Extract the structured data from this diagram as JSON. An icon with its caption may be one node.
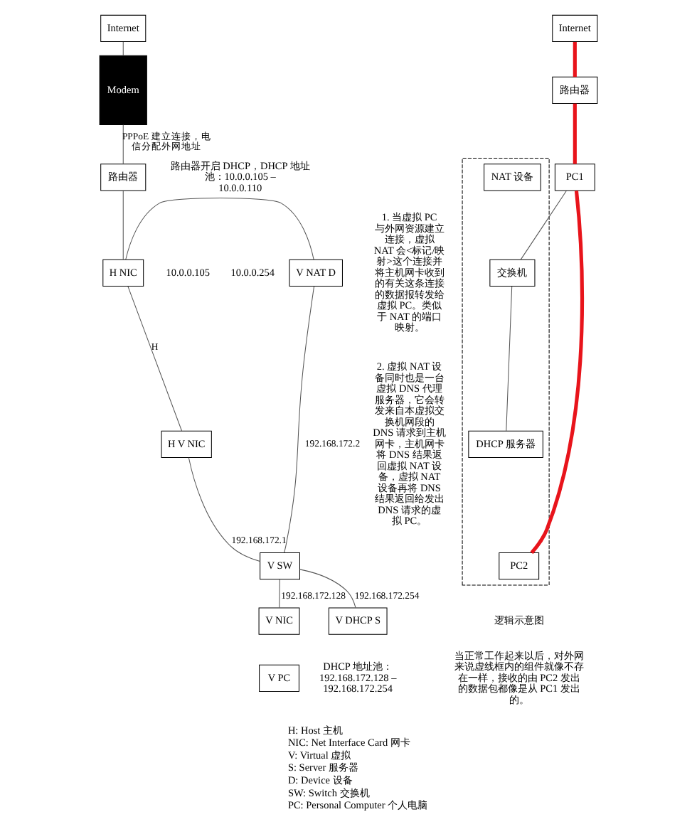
{
  "diagram": {
    "nodes": [
      {
        "text": [
          "Internet"
        ]
      },
      {
        "text": [
          "Modem"
        ]
      },
      {
        "text": [
          "路由器"
        ],
        "beside": [
          "路由器开启 DHCP，DHCP 地址池：10.0.0.105 – 10.0.0.110"
        ]
      },
      {
        "text": [
          "H NIC"
        ]
      },
      {
        "text": [
          "V NAT D"
        ]
      },
      {
        "text": [
          "H V NIC"
        ]
      },
      {
        "text": [
          "V SW"
        ]
      },
      {
        "text": [
          "V NIC"
        ]
      },
      {
        "text": [
          "V PC"
        ]
      },
      {
        "text": [
          "V DHCP S"
        ],
        "beside": [
          "DHCP 地址池：192.168.172.128 – 192.168.172.254"
        ]
      },
      {
        "text": [
          "Internet"
        ]
      },
      {
        "text": [
          "路由器"
        ]
      },
      {
        "text": [
          "PC1"
        ]
      },
      {
        "text": [],
        "shape": "box"
      },
      {
        "text": [
          "NAT 设备"
        ],
        "in": 13
      },
      {
        "text": [
          "交换机"
        ],
        "in": 13
      },
      {
        "text": [
          "DHCP 服务器"
        ],
        "in": 13
      },
      {
        "text": [
          "PC2"
        ],
        "in": 13
      }
    ],
    "edges": [
      {
        "from": 0,
        "to": 1,
        "arrow": "none"
      },
      {
        "from": 1,
        "to": 2,
        "arrow": "none",
        "label": "PPPoE 建立连接，电信分配外网地址"
      },
      {
        "from": 2,
        "to": 3,
        "arrow": "none"
      },
      {
        "from": 3,
        "to": 4,
        "arrow": "none"
      },
      {
        "from": 3,
        "to": 5,
        "arrow": "none",
        "label": "H"
      },
      {
        "from": 5,
        "to": 6,
        "arrow": "none",
        "label": "192.168.172.1"
      },
      {
        "from": 4,
        "to": 6,
        "arrow": "none",
        "label": "192.168.172.2"
      },
      {
        "from": 6,
        "to": 7,
        "arrow": "none",
        "label": "192.168.172.128"
      },
      {
        "from": 6,
        "to": 9,
        "arrow": "none",
        "label": "192.168.172.254"
      },
      {
        "from": 10,
        "to": 11,
        "arrow": "none",
        "style": "thick",
        "color": "#e8141b"
      },
      {
        "from": 11,
        "to": 12,
        "arrow": "none",
        "style": "thick",
        "color": "#e8141b"
      },
      {
        "from": 12,
        "to": 17,
        "arrow": "none",
        "style": "thick",
        "color": "#e8141b"
      },
      {
        "from": 12,
        "to": 15,
        "arrow": "none"
      },
      {
        "from": 15,
        "to": 16,
        "arrow": "none"
      }
    ],
    "labels": [
      "10.0.0.254",
      "10.0.0.105",
      "1. 当虚拟 PC 与外网资源建立连接，虚拟 NAT 会<标记/映射>这个连接并将主机网卡收到的有关这条连接的数据报转发给虚拟 PC。类似于 NAT 的端口映射。",
      "2. 虚拟 NAT 设备同时也是一台虚拟 DNS 代理服务器，它会转发来自本虚拟交换机网段的 DNS 请求到主机网卡，主机网卡将 DNS 结果返回虚拟 NAT 设备，虚拟 NAT 设备再将 DNS 结果返回给发出 DNS 请求的虚拟 PC。",
      "H: Host 主机",
      "NIC: Net Interface Card 网卡",
      "V: Virtual 虚拟",
      "S: Server 服务器",
      "D: Device 设备",
      "SW: Switch 交换机",
      "PC: Personal Computer 个人电脑",
      "逻辑示意图",
      "当正常工作起来以后，对外网来说虚线框内的组件就像不存在一样，接收的由 PC2 发出的数据包都像是从 PC1 发出的。"
    ]
  }
}
